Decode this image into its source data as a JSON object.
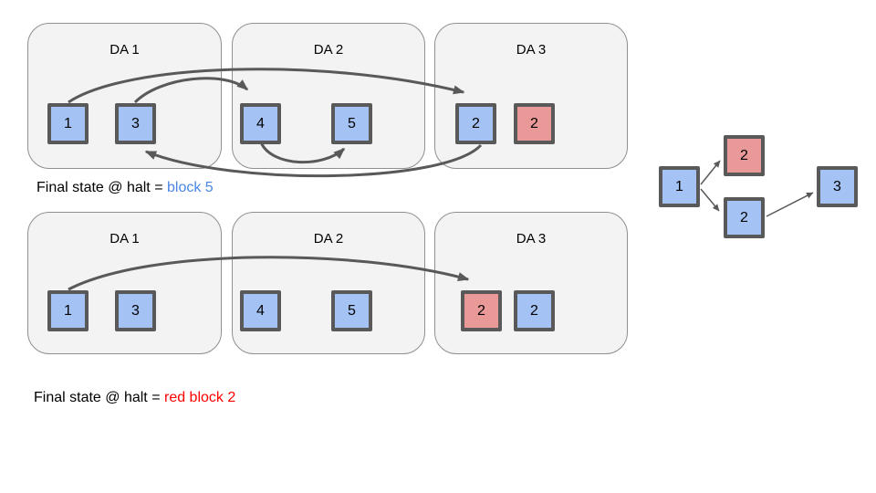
{
  "colors": {
    "block_blue": "#a4c2f4",
    "block_red": "#ea9999",
    "block_border": "#595959",
    "container_fill": "#f3f3f3",
    "container_border": "#8f8f8f",
    "arrow": "#595959",
    "caption_result_blue": "#4a86e8",
    "caption_result_red": "#ff0000",
    "background": "#ffffff"
  },
  "scenarios": [
    {
      "das": [
        {
          "label": "DA 1",
          "blocks": [
            {
              "value": "1",
              "color": "blue"
            },
            {
              "value": "3",
              "color": "blue"
            }
          ]
        },
        {
          "label": "DA 2",
          "blocks": [
            {
              "value": "4",
              "color": "blue"
            },
            {
              "value": "5",
              "color": "blue"
            }
          ]
        },
        {
          "label": "DA 3",
          "blocks": [
            {
              "value": "2",
              "color": "blue"
            },
            {
              "value": "2",
              "color": "red"
            }
          ]
        }
      ],
      "edges": [
        {
          "from": "block 1 (DA 1)",
          "to": "block 2 blue (DA 3)"
        },
        {
          "from": "block 3 (DA 1)",
          "to": "block 4 (DA 2)"
        },
        {
          "from": "block 4 (DA 2)",
          "to": "block 5 (DA 2)"
        },
        {
          "from": "block 2 blue (DA 3)",
          "to": "block 3 (DA 1)"
        }
      ],
      "caption_prefix": "Final state @ halt = ",
      "caption_result": "block 5"
    },
    {
      "das": [
        {
          "label": "DA 1",
          "blocks": [
            {
              "value": "1",
              "color": "blue"
            },
            {
              "value": "3",
              "color": "blue"
            }
          ]
        },
        {
          "label": "DA 2",
          "blocks": [
            {
              "value": "4",
              "color": "blue"
            },
            {
              "value": "5",
              "color": "blue"
            }
          ]
        },
        {
          "label": "DA 3",
          "blocks": [
            {
              "value": "2",
              "color": "red"
            },
            {
              "value": "2",
              "color": "blue"
            }
          ]
        }
      ],
      "edges": [
        {
          "from": "block 1 (DA 1)",
          "to": "block 2 red (DA 3)"
        }
      ],
      "caption_prefix": "Final state @ halt = ",
      "caption_result": "red block 2"
    }
  ],
  "dag": {
    "nodes": [
      {
        "value": "1",
        "color": "blue"
      },
      {
        "value": "2",
        "color": "red"
      },
      {
        "value": "2",
        "color": "blue"
      },
      {
        "value": "3",
        "color": "blue"
      }
    ],
    "edges": [
      {
        "from": "1",
        "to": "2 (red)"
      },
      {
        "from": "1",
        "to": "2 (blue)"
      },
      {
        "from": "2 (blue)",
        "to": "3"
      }
    ]
  }
}
